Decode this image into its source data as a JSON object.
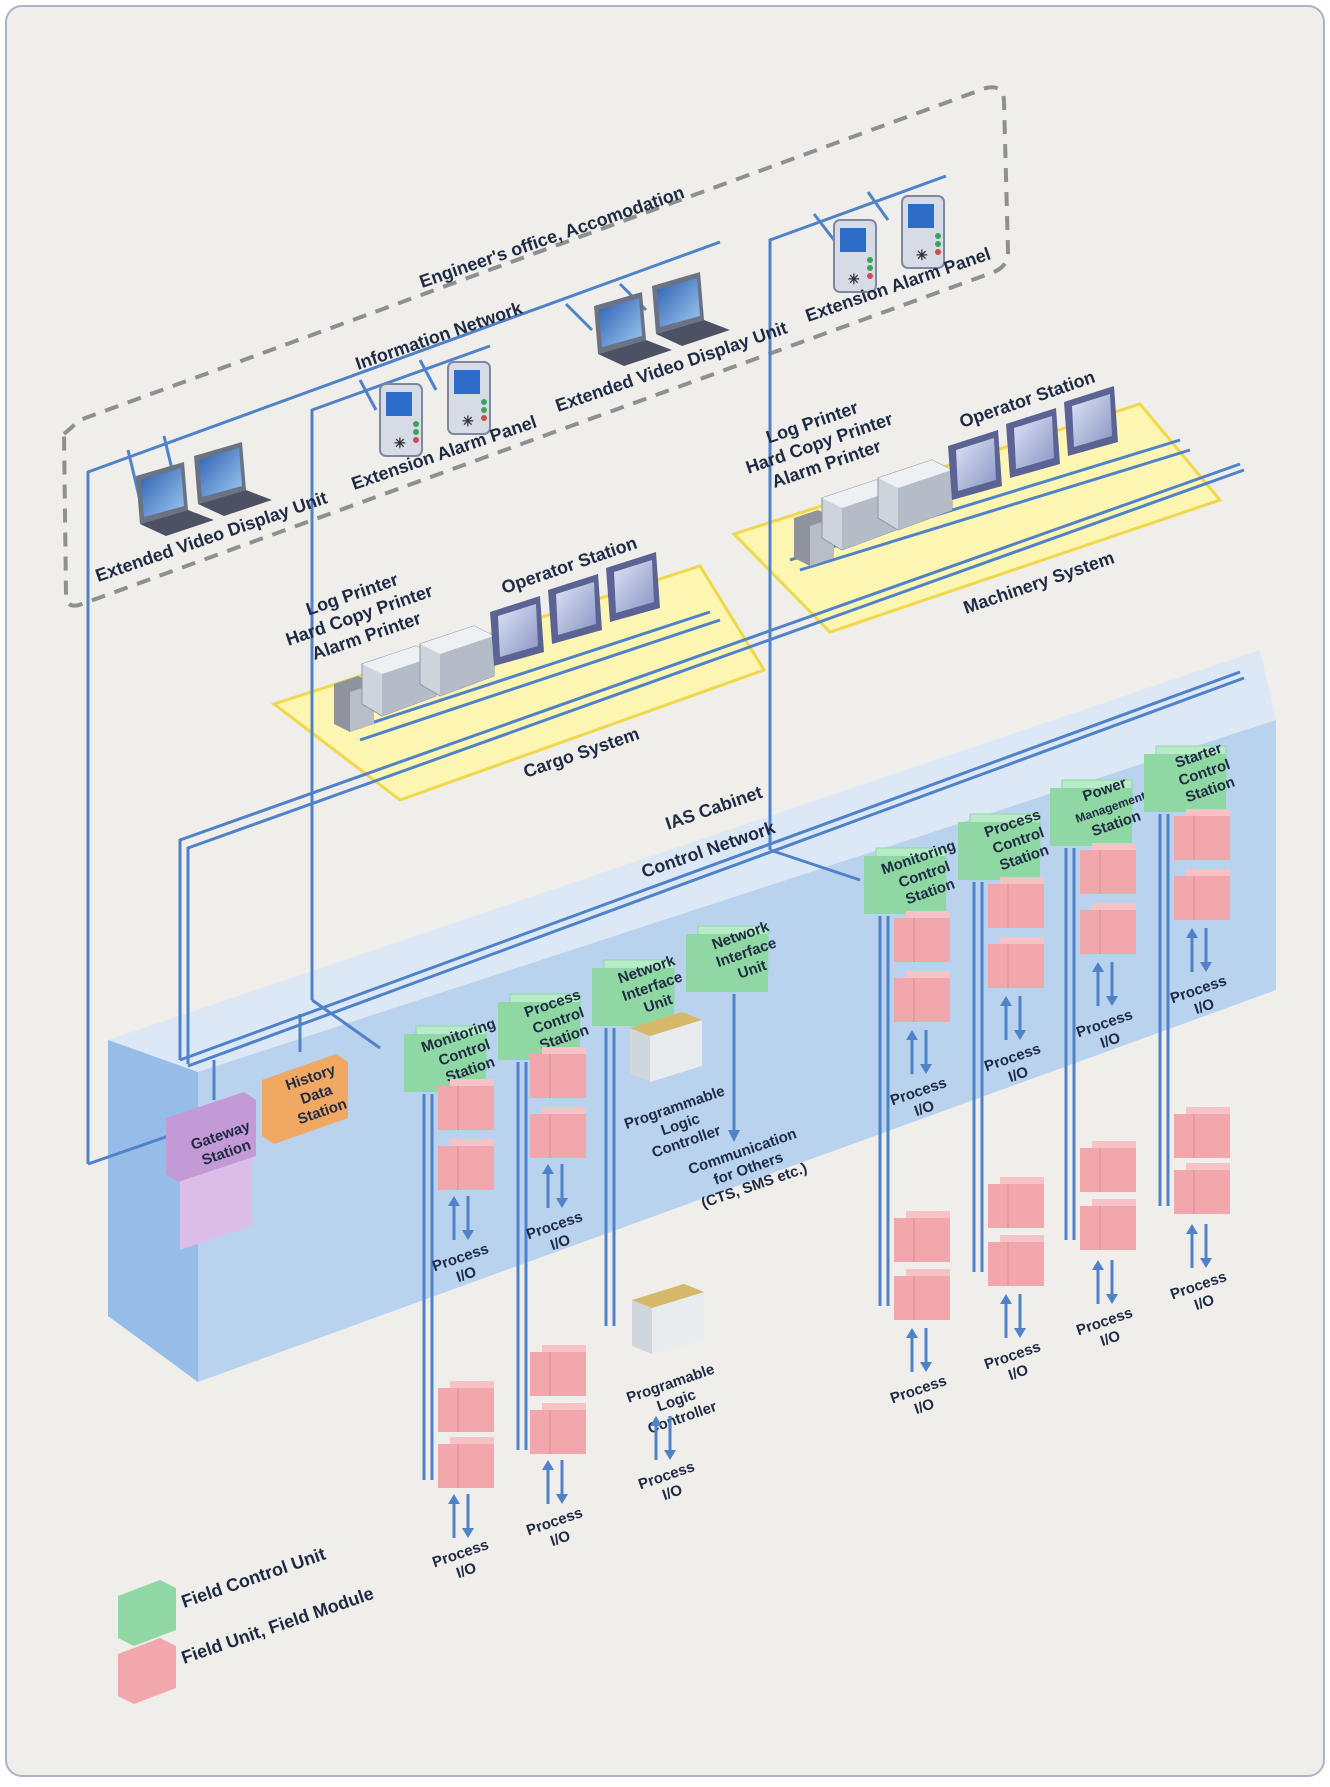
{
  "network": {
    "engineers_area": "Engineer's office, Accomodation",
    "information_network": "Information Network",
    "control_network": "Control Network",
    "ias_cabinet": "IAS Cabinet"
  },
  "engineers_area_devices": {
    "evdu_left": "Extended Video Display Unit",
    "alarm_panel_left": "Extension Alarm Panel",
    "evdu_right": "Extended Video Display Unit",
    "alarm_panel_right": "Extension Alarm Panel"
  },
  "cargo_system": {
    "name": "Cargo System",
    "printers": [
      "Log Printer",
      "Hard Copy Printer",
      "Alarm Printer"
    ],
    "operator_station": "Operator Station"
  },
  "machinery_system": {
    "name": "Machinery System",
    "printers": [
      "Log Printer",
      "Hard Copy Printer",
      "Alarm Printer"
    ],
    "operator_station": "Operator Station"
  },
  "stations": {
    "gateway": [
      "Gateway",
      "Station"
    ],
    "history": [
      "History",
      "Data",
      "Station"
    ],
    "mcs_left": [
      "Monitoring",
      "Control",
      "Station"
    ],
    "pcs_left": [
      "Process",
      "Control",
      "Station"
    ],
    "niu_1": [
      "Network",
      "Interface",
      "Unit"
    ],
    "niu_2": [
      "Network",
      "Interface",
      "Unit"
    ],
    "mcs_right": [
      "Monitoring",
      "Control",
      "Station"
    ],
    "pcs_right": [
      "Process",
      "Control",
      "Station"
    ],
    "power_mgmt": [
      "Power",
      "Management",
      "Station"
    ],
    "starter": [
      "Starter",
      "Control",
      "Station"
    ]
  },
  "plc_top": [
    "Programmable",
    "Logic",
    "Controller"
  ],
  "plc_bottom": [
    "Programable",
    "Logic",
    "Controller"
  ],
  "communication": [
    "Communication",
    "for Others",
    "(CTS, SMS etc.)"
  ],
  "process_io": [
    "Process",
    "I/O"
  ],
  "legend": {
    "field_control_unit": "Field Control Unit",
    "field_unit": "Field Unit, Field Module"
  },
  "colors": {
    "background": "#efeeea",
    "frame_border": "#a9b3cc",
    "network_line": "#4f82c8",
    "cabinet_front": "#b9d2ee",
    "cabinet_side": "#95bde8",
    "field_control_unit": "#8fd8a4",
    "field_unit": "#f2a7ad",
    "gateway": "#c39ad6",
    "history": "#f0a862",
    "system_platform": "#fdf5b2"
  }
}
